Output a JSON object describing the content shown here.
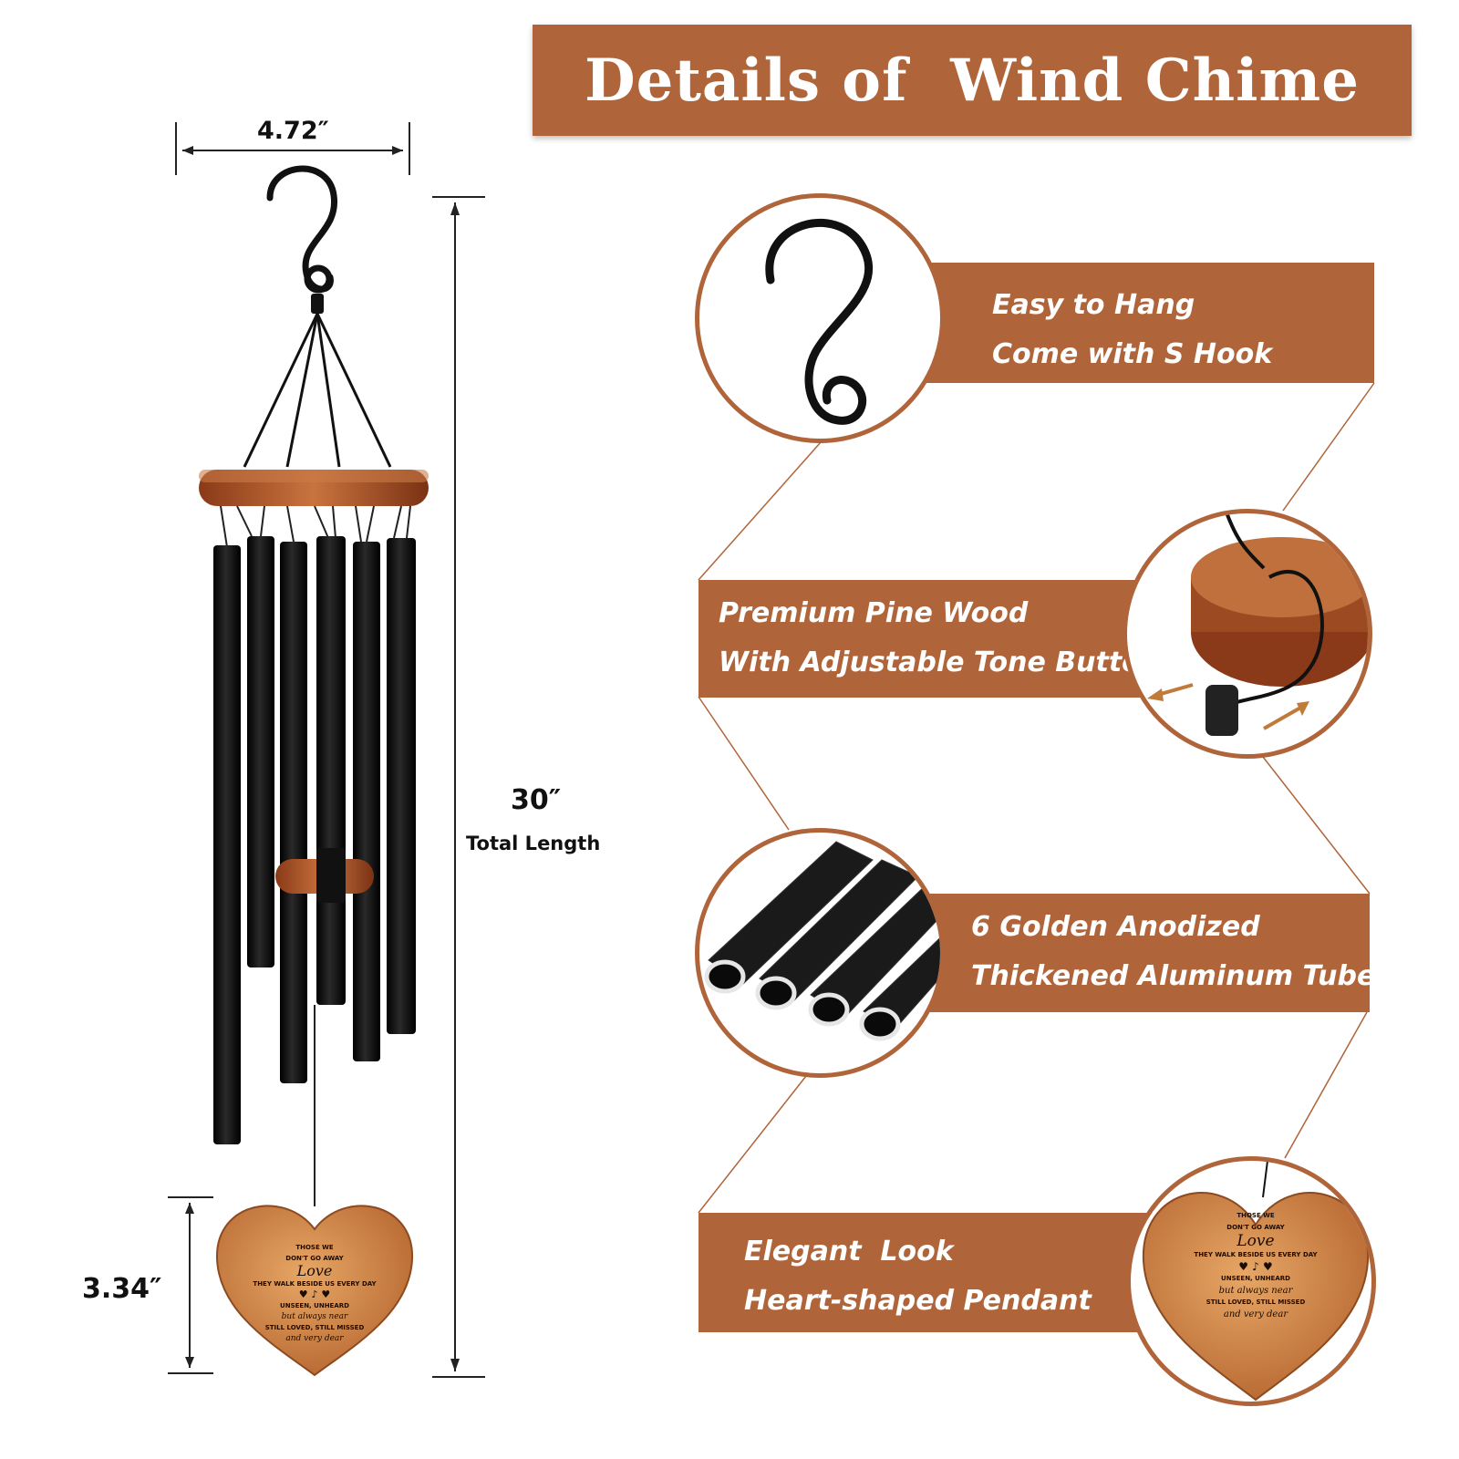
{
  "banner": {
    "title": "Details of  Wind Chime"
  },
  "dimensions": {
    "width": "4.72″",
    "height": "30″",
    "height_caption": "Total Length",
    "pendant": "3.34″"
  },
  "features": [
    {
      "line1": "Easy to Hang",
      "line2": "Come with S Hook"
    },
    {
      "line1": "Premium Pine Wood",
      "line2": "With Adjustable Tone Button"
    },
    {
      "line1": "6 Golden Anodized",
      "line2": "Thickened Aluminum Tubes"
    },
    {
      "line1": "Elegant  Look",
      "line2": "Heart-shaped Pendant"
    }
  ],
  "pendant_text": {
    "lines": [
      "THOSE WE",
      "DON'T GO AWAY",
      "THEY WALK BESIDE US EVERY DAY",
      "UNSEEN, UNHEARD",
      "but always near",
      "STILL LOVED, STILL MISSED",
      "and very dear"
    ],
    "script_word": "Love"
  },
  "colors": {
    "accent": "#b0643a",
    "wood": "#b5642e",
    "tube": "#111111"
  }
}
